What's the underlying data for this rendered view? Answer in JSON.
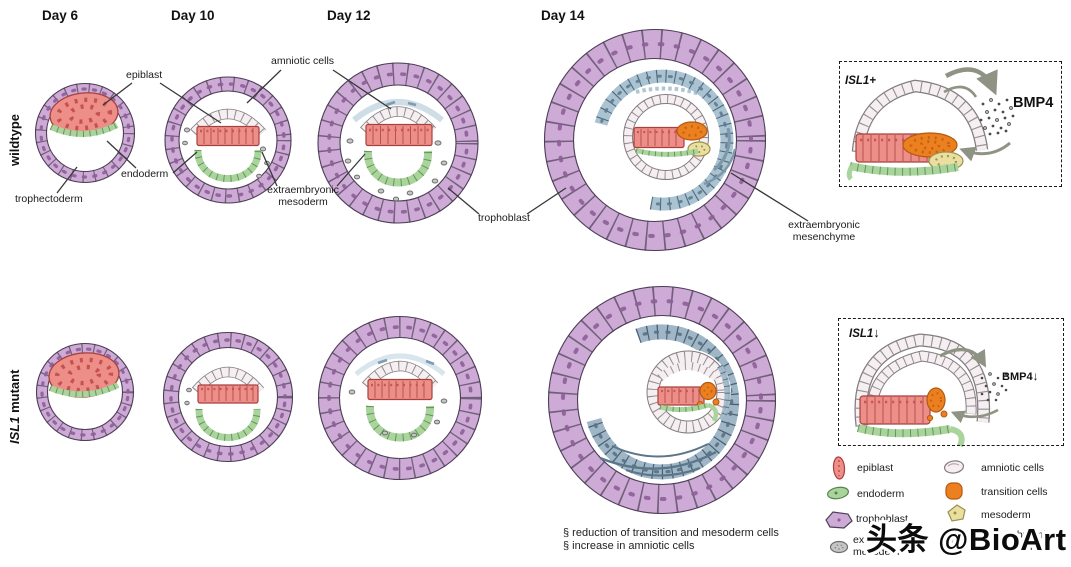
{
  "day_labels": {
    "day6": "Day 6",
    "day10": "Day 10",
    "day12": "Day 12",
    "day14": "Day 14"
  },
  "row_labels": {
    "wildtype": "wildtype",
    "mutant_gene": "ISL1",
    "mutant_suffix": " mutant"
  },
  "annotations": {
    "epiblast": "epiblast",
    "amniotic_cells": "amniotic cells",
    "endoderm": "endoderm",
    "trophectoderm": "trophectoderm",
    "extraembryonic_mesoderm": "extraembryonic\nmesoderm",
    "trophoblast": "trophoblast",
    "extraembryonic_mesenchyme": "extraembryonic\nmesenchyme"
  },
  "insets": {
    "wildtype": {
      "gene_label": "ISL1+",
      "factor_label": "BMP4"
    },
    "mutant": {
      "gene_label": "ISL1",
      "down_arrow": "↓",
      "factor_label": "BMP4"
    }
  },
  "legend": {
    "items": [
      {
        "name": "epiblast",
        "color": "#ee8e88"
      },
      {
        "name": "endoderm",
        "color": "#a9d49c"
      },
      {
        "name": "trophoblast",
        "color": "#cdabd6"
      },
      {
        "name": "extraembryonic\nmesoderm",
        "color": "#c6c6c6"
      },
      {
        "name": "amniotic cells",
        "color": "#f5eff1"
      },
      {
        "name": "transition cells",
        "color": "#ec7f1f"
      },
      {
        "name": "mesoderm",
        "color": "#eadfa0"
      },
      {
        "name": "extraembryonic\nmesenchyme",
        "color": "#a9c3d2"
      }
    ]
  },
  "footnotes": [
    "§ reduction of transition and mesoderm cells",
    "§ increase in amniotic cells"
  ],
  "watermark": "头条 @BioArt",
  "colors": {
    "trophoblast": "#cdabd6",
    "trophoblast_outline": "#4d3f56",
    "epiblast": "#ee8e88",
    "epiblast_outline": "#a8403d",
    "endoderm": "#a9d49c",
    "endoderm_outline": "#58824f",
    "amniotic": "#f5eff1",
    "amniotic_outline": "#837b80",
    "transition": "#ec7f1f",
    "mesoderm_yellow": "#eadfa0",
    "extraembryonic_mesoderm_gray": "#c6c6c6",
    "mesenchyme_blue": "#a9c3d2",
    "arrow": "#8e9383"
  }
}
